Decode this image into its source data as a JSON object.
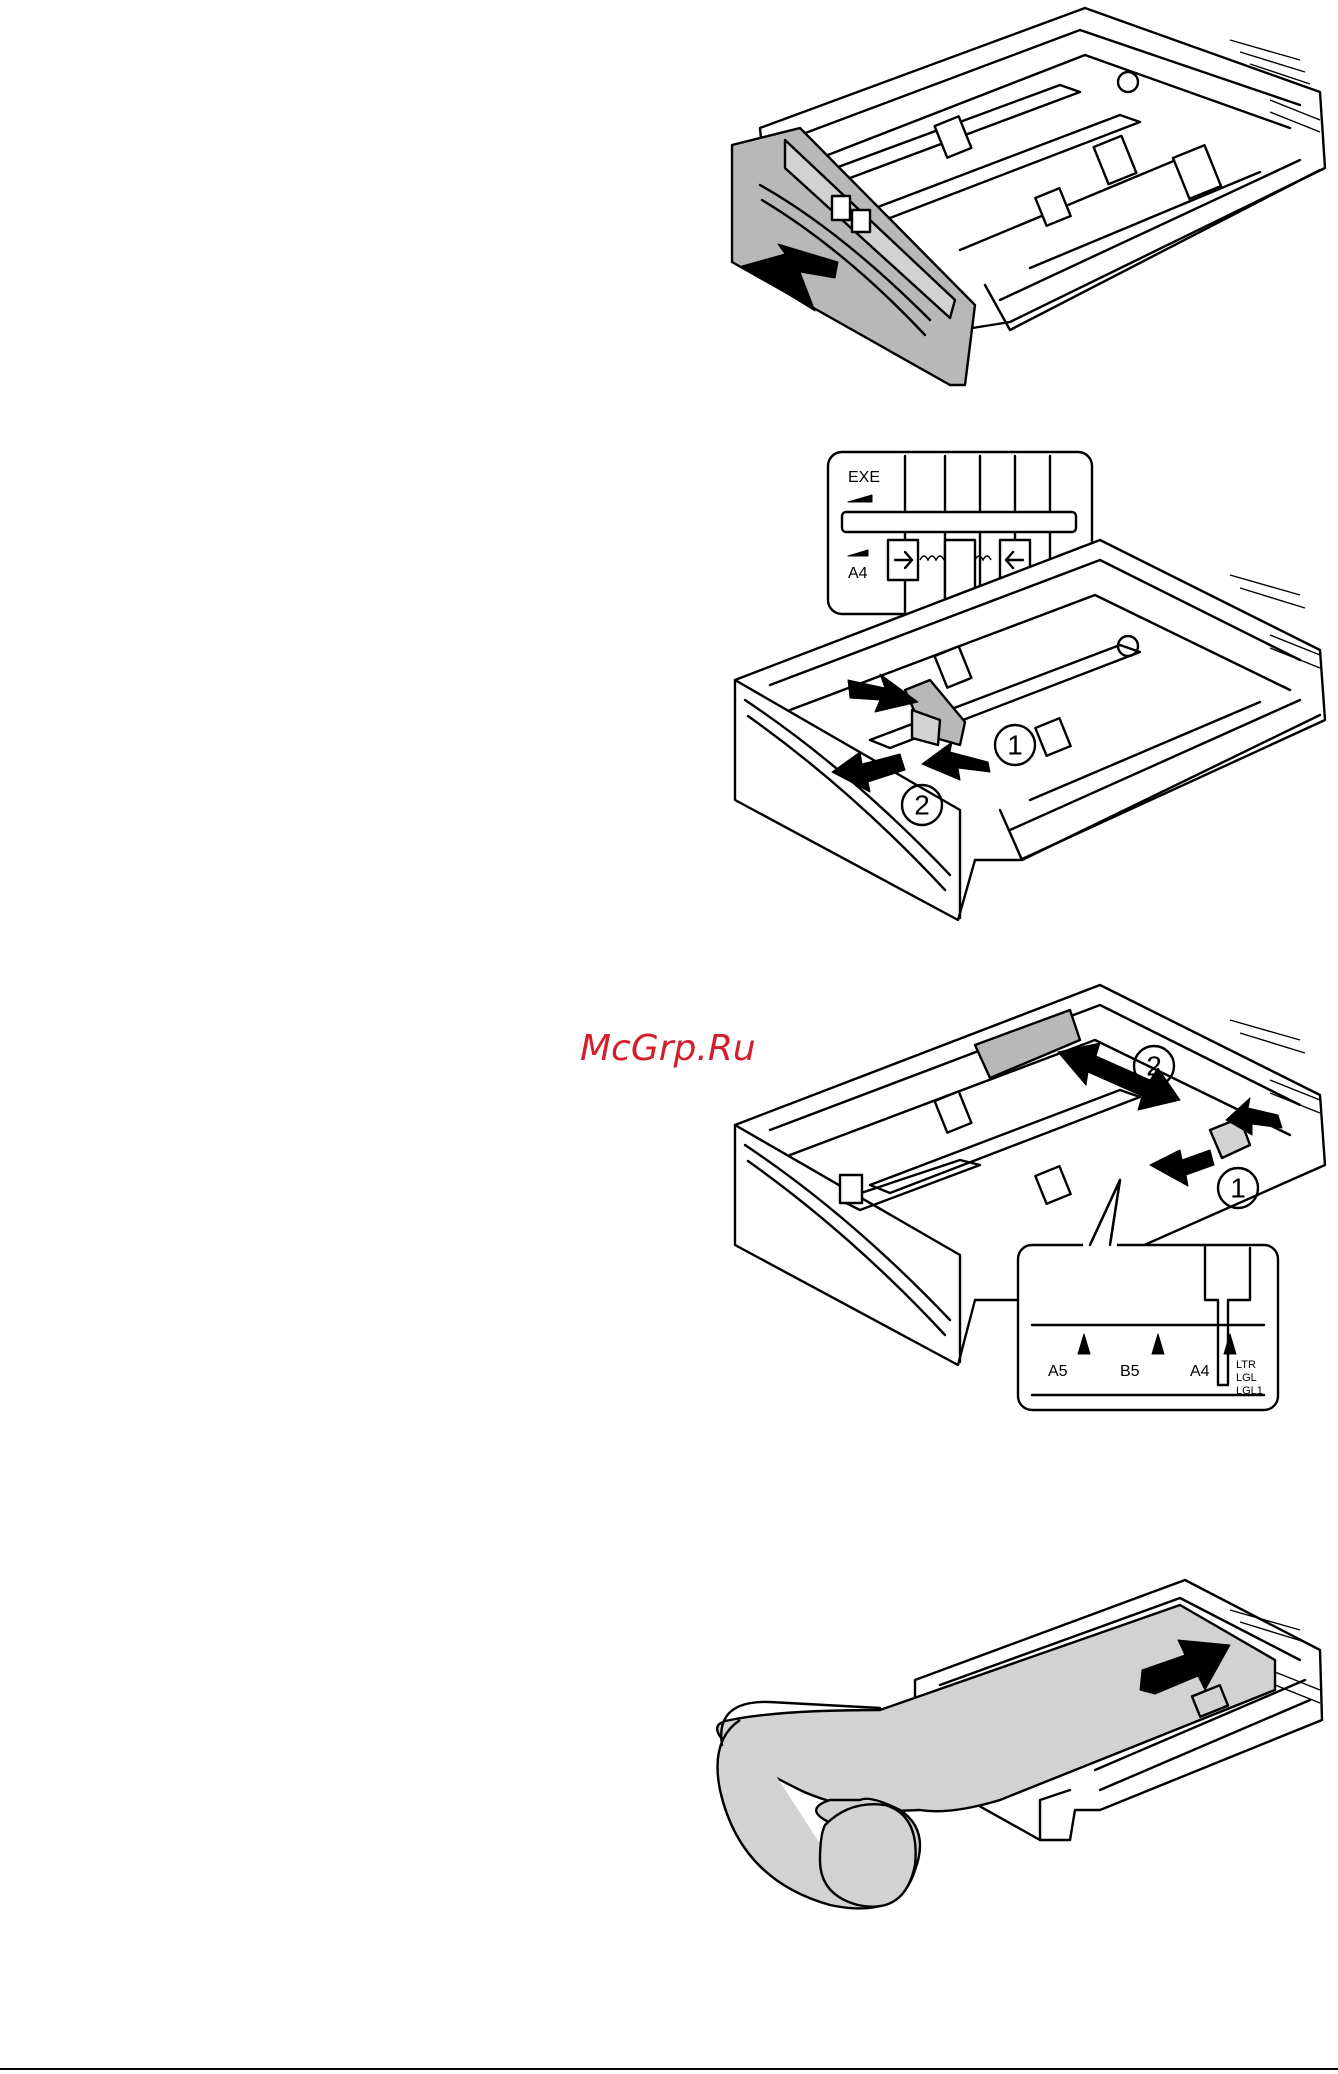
{
  "watermark": "McGrp.Ru",
  "step2": {
    "label_exe": "EXE",
    "label_a4": "A4",
    "callout_1": "1",
    "callout_2": "2"
  },
  "step3": {
    "callout_1": "1",
    "callout_2": "2",
    "label_a5": "A5",
    "label_b5": "B5",
    "label_a4": "A4",
    "label_ltr": "LTR",
    "label_lgl": "LGL",
    "label_lgl1": "LGL1"
  }
}
